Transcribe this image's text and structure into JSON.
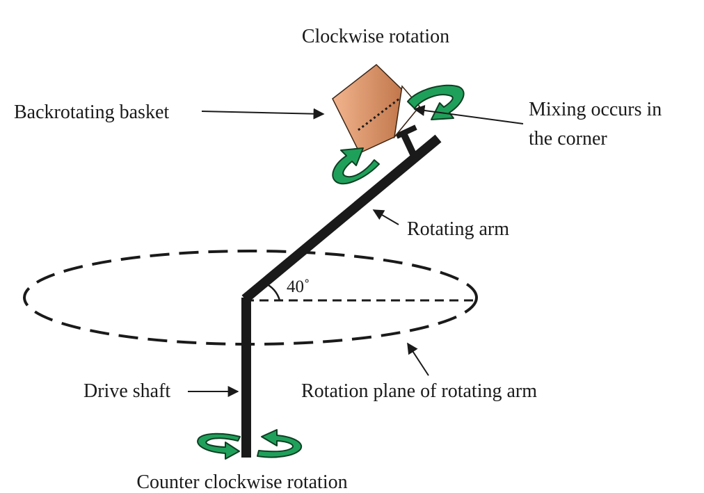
{
  "labels": {
    "top_rotation": "Clockwise rotation",
    "basket": "Backrotating basket",
    "mixing_line1": "Mixing occurs in",
    "mixing_line2": "the corner",
    "arm": "Rotating arm",
    "angle": "40˚",
    "drive_shaft": "Drive shaft",
    "rotation_plane": "Rotation plane of rotating arm",
    "bottom_rotation": "Counter clockwise rotation"
  },
  "colors": {
    "structure": "#1a1a1a",
    "arrow_fill": "#1fa05a",
    "arrow_outline": "#0d3f22",
    "basket_light": "#f2b48e",
    "basket_dark": "#b5683a",
    "basket_edge": "#3a2414",
    "background": "#ffffff"
  },
  "icons": {
    "rotation_arrows": "curved-rotation-arrow-icon",
    "pointer_arrows": "pointer-arrow-icon"
  }
}
